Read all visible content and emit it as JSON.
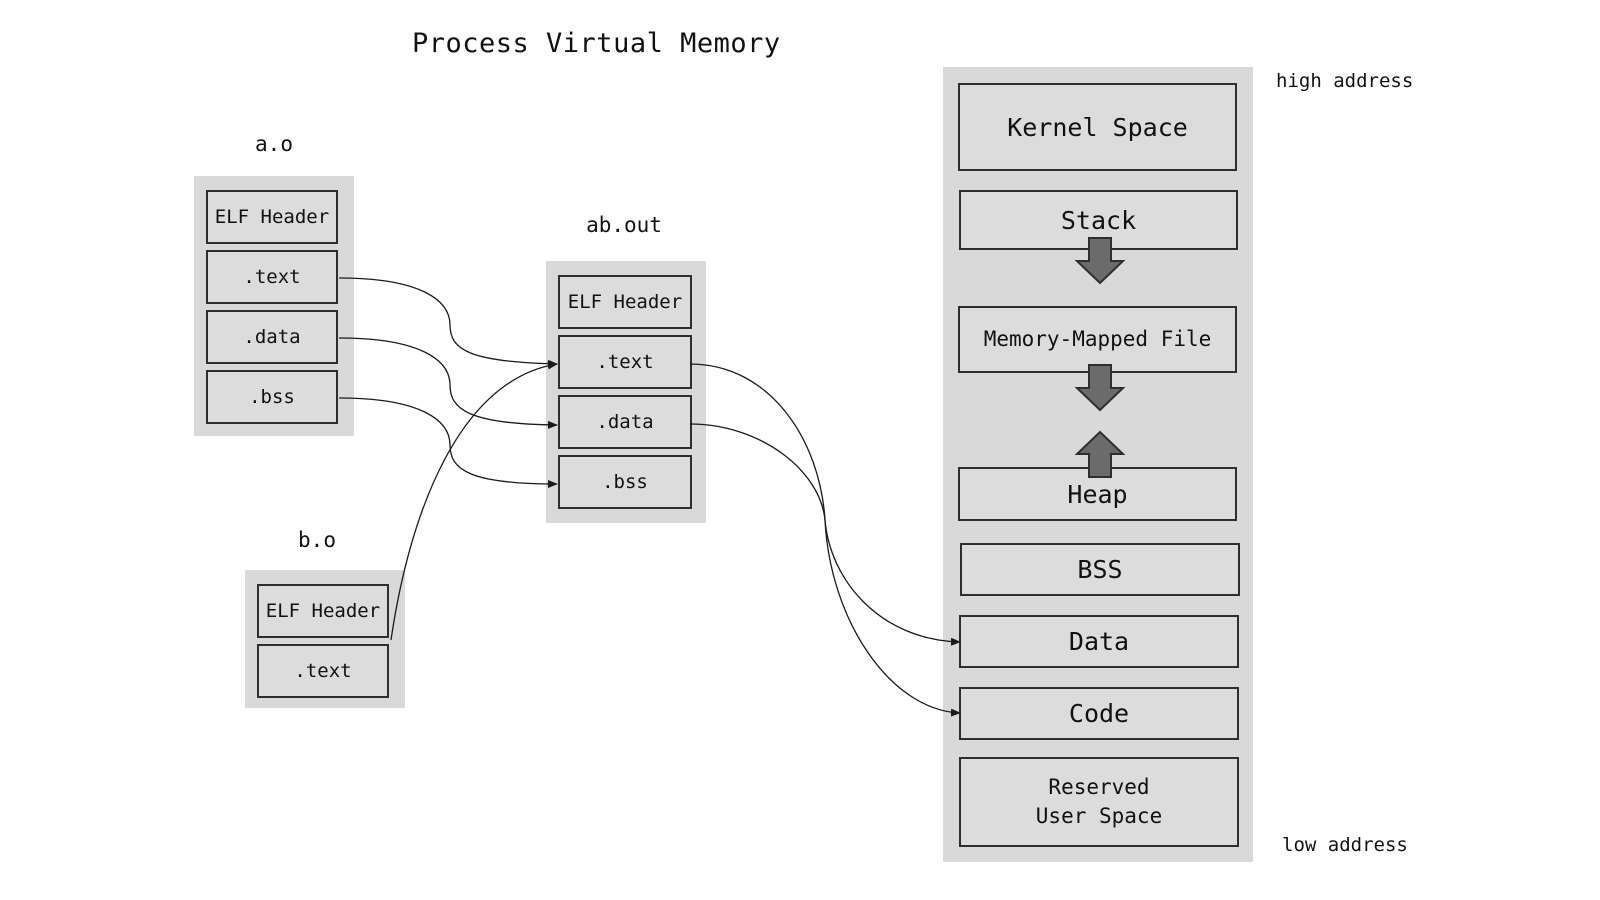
{
  "title": "Process Virtual Memory",
  "files": {
    "a_o": {
      "label": "a.o",
      "sections": [
        "ELF Header",
        ".text",
        ".data",
        ".bss"
      ]
    },
    "b_o": {
      "label": "b.o",
      "sections": [
        "ELF Header",
        ".text"
      ]
    },
    "ab_out": {
      "label": "ab.out",
      "sections": [
        "ELF Header",
        ".text",
        ".data",
        ".bss"
      ]
    }
  },
  "memory": {
    "high_address_label": "high address",
    "low_address_label": "low address",
    "segments": [
      "Kernel Space",
      "Stack",
      "Memory-Mapped File",
      "Heap",
      "BSS",
      "Data",
      "Code",
      "Reserved\nUser Space"
    ]
  },
  "links": [
    {
      "from": "a.o .text",
      "to": "ab.out .text"
    },
    {
      "from": "a.o .data",
      "to": "ab.out .data"
    },
    {
      "from": "a.o .bss",
      "to": "ab.out .bss"
    },
    {
      "from": "b.o .text",
      "to": "ab.out .text"
    },
    {
      "from": "ab.out .text",
      "to": "Code"
    },
    {
      "from": "ab.out .data",
      "to": "Data"
    }
  ],
  "growth_arrows": [
    {
      "segment": "Stack",
      "direction": "down"
    },
    {
      "segment": "Memory-Mapped File",
      "direction": "down"
    },
    {
      "segment": "Heap",
      "direction": "up"
    }
  ],
  "colors": {
    "panel": "#d9d9d9",
    "box_fill": "#dcdcdc",
    "border": "#2e2e2e",
    "growth_arrow": "#6b6b6b"
  }
}
